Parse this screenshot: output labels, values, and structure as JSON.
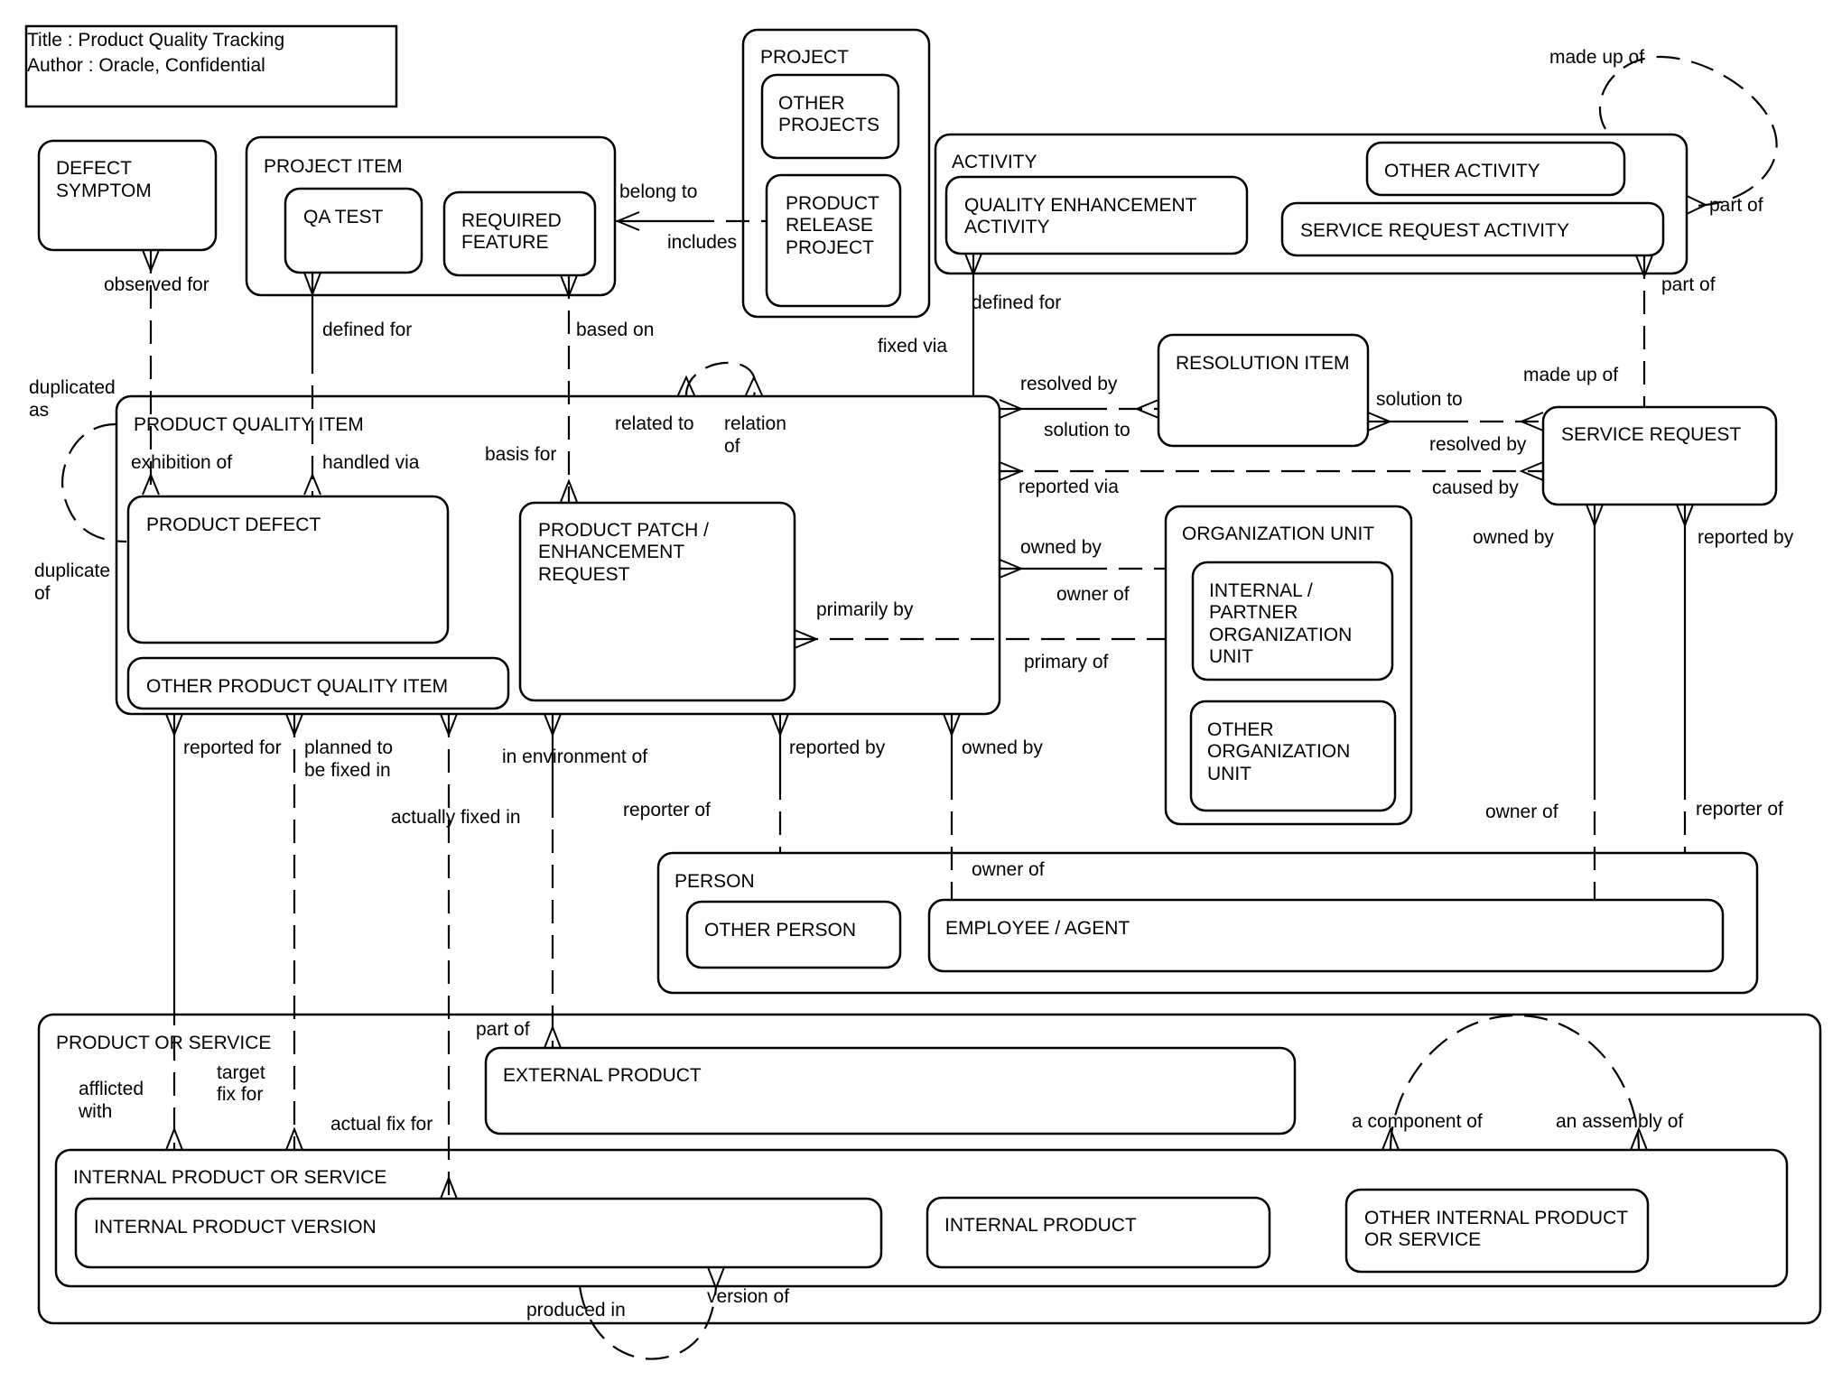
{
  "header": {
    "title": "Title : Product Quality Tracking",
    "author": "Author : Oracle, Confidential"
  },
  "entities": {
    "defect_symptom": [
      "DEFECT",
      "SYMPTOM"
    ],
    "project_item": "PROJECT ITEM",
    "qa_test": "QA TEST",
    "required_feature": [
      "REQUIRED",
      "FEATURE"
    ],
    "project": "PROJECT",
    "other_projects": [
      "OTHER",
      "PROJECTS"
    ],
    "product_release_project": [
      "PRODUCT",
      "RELEASE",
      "PROJECT"
    ],
    "activity": "ACTIVITY",
    "quality_enhancement_activity": [
      "QUALITY ENHANCEMENT",
      "ACTIVITY"
    ],
    "other_activity": "OTHER ACTIVITY",
    "service_request_activity": "SERVICE REQUEST ACTIVITY",
    "resolution_item": "RESOLUTION ITEM",
    "service_request": "SERVICE REQUEST",
    "product_quality_item": "PRODUCT QUALITY ITEM",
    "product_defect": "PRODUCT DEFECT",
    "product_patch_enhancement_request": [
      "PRODUCT PATCH /",
      "ENHANCEMENT",
      "REQUEST"
    ],
    "other_product_quality_item": "OTHER PRODUCT QUALITY ITEM",
    "organization_unit": "ORGANIZATION UNIT",
    "internal_partner_organization_unit": [
      "INTERNAL /",
      "PARTNER",
      "ORGANIZATION",
      "UNIT"
    ],
    "other_organization_unit": [
      "OTHER",
      "ORGANIZATION",
      "UNIT"
    ],
    "person": "PERSON",
    "other_person": "OTHER PERSON",
    "employee_agent": "EMPLOYEE / AGENT",
    "product_or_service": "PRODUCT OR SERVICE",
    "external_product": "EXTERNAL PRODUCT",
    "internal_product_or_service": "INTERNAL PRODUCT OR SERVICE",
    "internal_product_version": "INTERNAL PRODUCT VERSION",
    "internal_product": "INTERNAL PRODUCT",
    "other_internal_product_or_service": [
      "OTHER INTERNAL PRODUCT",
      "OR SERVICE"
    ]
  },
  "relationship_labels": {
    "made_up_of": "made up of",
    "part_of": "part of",
    "belong_to": "belong to",
    "includes": "includes",
    "observed_for": "observed for",
    "defined_for": "defined for",
    "based_on": "based on",
    "fixed_via": "fixed via",
    "resolved_by": "resolved by",
    "solution_to": "solution to",
    "resolved_by_sr": "resolved  by",
    "reported_via": "reported via",
    "caused_by": "caused by",
    "duplicated_as": [
      "duplicated",
      "as"
    ],
    "duplicate_of": [
      "duplicate",
      "of"
    ],
    "exhibition_of": "exhibition of",
    "handled_via": "handled via",
    "basis_for": "basis for",
    "related_to": "related to",
    "relation_of": [
      "relation",
      "of"
    ],
    "owned_by": "owned by",
    "owner_of": "owner of",
    "primarily_by": "primarily by",
    "primary_of": "primary of",
    "reported_by": "reported by",
    "reported_for": "reported for",
    "planned_to_be_fixed_in": [
      "planned to",
      "be fixed in"
    ],
    "in_environment_of": "in environment of",
    "actually_fixed_in": "actually fixed in",
    "reporter_of": "reporter of",
    "afflicted_with": [
      "afflicted",
      "with"
    ],
    "target_fix_for": [
      "target",
      "fix for"
    ],
    "actual_fix_for": "actual fix for",
    "a_component_of": "a component of",
    "an_assembly_of": "an assembly of",
    "produced_in": "produced in",
    "version_of": "version of"
  }
}
